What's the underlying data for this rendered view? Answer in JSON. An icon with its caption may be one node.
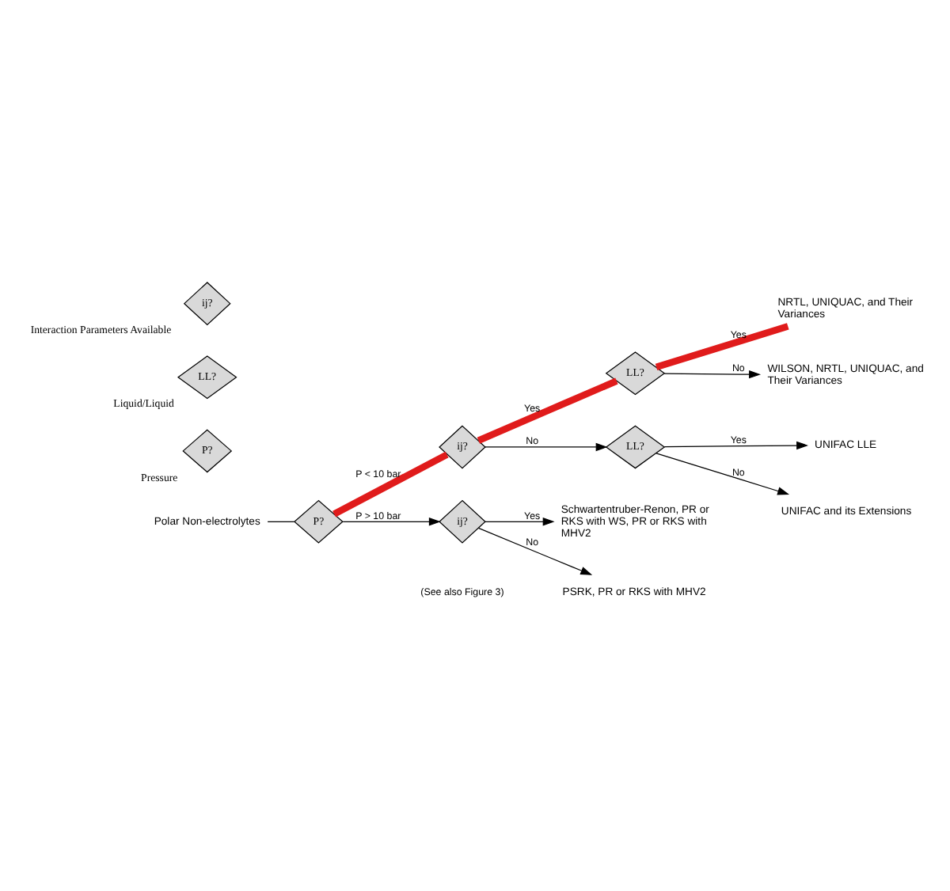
{
  "diagram": {
    "nodes": [
      {
        "text": [
          "Polar Non-electrolytes"
        ]
      },
      {
        "text": [
          "P?"
        ]
      },
      {
        "text": [
          "ij?"
        ]
      },
      {
        "text": [
          "LL?"
        ]
      },
      {
        "text": [
          "NRTL, UNIQUAC, and Their Variances"
        ]
      },
      {
        "text": [
          "WILSON, NRTL, UNIQUAC, and Their Variances"
        ]
      },
      {
        "text": [
          "LL?"
        ]
      },
      {
        "text": [
          "UNIFAC LLE"
        ]
      },
      {
        "text": [
          "UNIFAC and its Extensions"
        ]
      },
      {
        "text": [
          "ij?"
        ]
      },
      {
        "text": [
          "Schwartentruber-Renon, PR or RKS with WS, PR or RKS with MHV2"
        ]
      },
      {
        "text": [
          "PSRK, PR or RKS with MHV2"
        ]
      },
      {
        "text": [
          "P?"
        ],
        "beside": [
          "Pressure"
        ]
      },
      {
        "text": [
          "LL?"
        ],
        "beside": [
          "Liquid/Liquid"
        ]
      },
      {
        "text": [
          "ij?"
        ],
        "beside": [
          "Interaction Parameters Available"
        ]
      }
    ],
    "edges": [
      {
        "from": 0,
        "to": 1,
        "arrow": "none"
      },
      {
        "from": 1,
        "to": 2,
        "arrow": "none",
        "label": "P < 10 bar",
        "style": "thick",
        "color": "#e01b1b"
      },
      {
        "from": 2,
        "to": 3,
        "arrow": "none",
        "label": "Yes",
        "style": "thick",
        "color": "#e01b1b"
      },
      {
        "from": 3,
        "to": 4,
        "arrow": "none",
        "label": "Yes",
        "style": "thick",
        "color": "#e01b1b"
      },
      {
        "from": 3,
        "to": 5,
        "arrow": "to",
        "label": "No"
      },
      {
        "from": 2,
        "to": 6,
        "arrow": "to",
        "label": "No"
      },
      {
        "from": 6,
        "to": 7,
        "arrow": "to",
        "label": "Yes"
      },
      {
        "from": 6,
        "to": 8,
        "arrow": "to",
        "label": "No"
      },
      {
        "from": 1,
        "to": 9,
        "arrow": "to",
        "label": "P > 10 bar"
      },
      {
        "from": 9,
        "to": 10,
        "arrow": "to",
        "label": "Yes"
      },
      {
        "from": 9,
        "to": 11,
        "arrow": "to",
        "label": "No"
      }
    ],
    "labels": [
      "(See also Figure 3)"
    ]
  }
}
